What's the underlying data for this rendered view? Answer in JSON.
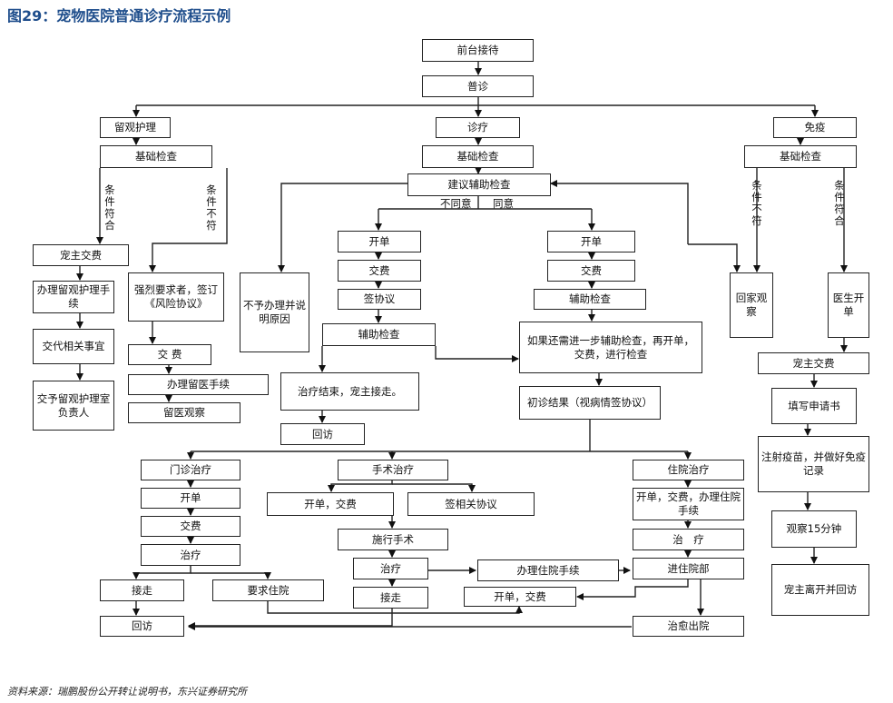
{
  "title": "图29：宠物医院普通诊疗流程示例",
  "source": "资料来源：瑞鹏股份公开转让说明书，东兴证券研究所",
  "nodes": {
    "reception": "前台接待",
    "general": "普诊",
    "observe": "留观护理",
    "diagnose": "诊疗",
    "vaccine": "免疫",
    "basic_l": "基础检查",
    "basic_c": "基础检查",
    "basic_r": "基础检查",
    "suggest_aux": "建议辅助检查",
    "l_pay": "宠主交费",
    "l_obs_proc": "办理留观护理手续",
    "l_handover": "交代相关事宜",
    "l_give": "交予留观护理室负责人",
    "l_force": "强烈要求者，签订《风险协议》",
    "l_pay2": "交 费",
    "l_hosp_proc": "办理留医手续",
    "l_hosp_obs": "留医观察",
    "no_handle": "不予办理并说明原因",
    "c_open1": "开单",
    "c_pay1": "交费",
    "c_sign": "签协议",
    "c_aux1": "辅助检查",
    "c_end": "治疗结束，宠主接走。",
    "c_revisit": "回访",
    "c_open2": "开单",
    "c_pay2": "交费",
    "c_aux2": "辅助检查",
    "c_further": "如果还需进一步辅助检查，再开单，交费，进行检查",
    "c_result": "初诊结果（视病情签协议）",
    "r_home": "回家观察",
    "r_doctor": "医生开单",
    "r_pay": "宠主交费",
    "r_form": "填写申请书",
    "r_inject": "注射疫苗，并做好免疫记录",
    "r_observe": "观察15分钟",
    "r_leave": "宠主离开并回访",
    "o_clinic": "门诊治疗",
    "o_open": "开单",
    "o_pay": "交费",
    "o_treat": "治疗",
    "o_pickup": "接走",
    "o_request": "要求住院",
    "o_revisit": "回访",
    "s_surgery": "手术治疗",
    "s_openpay": "开单，交费",
    "s_sign": "签相关协议",
    "s_perform": "施行手术",
    "s_treat": "治疗",
    "s_pickup": "接走",
    "s_hosp_proc": "办理住院手续",
    "s_openpay2": "开单，交费",
    "h_hosp": "住院治疗",
    "h_proc": "开单，交费，办理住院手续",
    "h_treat": "治　疗",
    "h_enter": "进住院部",
    "h_cured": "治愈出院"
  },
  "labels": {
    "cond_ok_l": "条件符合",
    "cond_no_l": "条件不符",
    "disagree": "不同意",
    "agree": "同意",
    "cond_no_r": "条件不符",
    "cond_ok_r": "条件符合"
  }
}
